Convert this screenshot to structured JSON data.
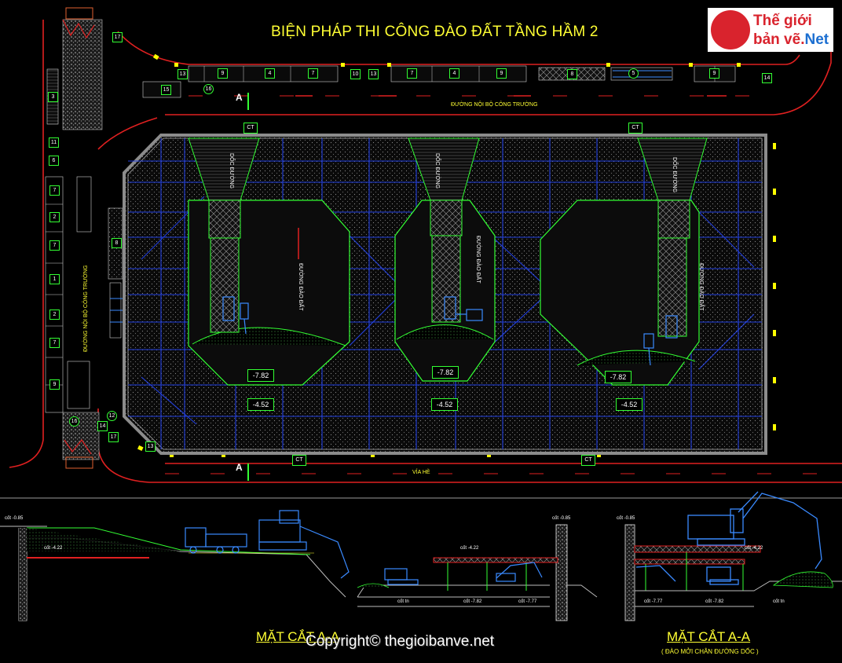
{
  "title": "BIỆN PHÁP THI CÔNG ĐÀO ĐẤT TẦNG HẦM 2",
  "logo": {
    "line1": "Thế giới",
    "line2_a": "bản vẽ.",
    "line2_b": "Net"
  },
  "road_internal": "ĐƯỜNG NỘI BỘ CÔNG TRƯỜNG",
  "road_internal_left": "ĐƯỜNG NỘI BỘ CÔNG TRƯỜNG",
  "sidewalk": "VỈA HÈ",
  "section_marker": "A",
  "ct_label": "CT",
  "haul_road": "ĐƯỜNG ĐÀO ĐẤT",
  "ramp_label": "DỐC ĐƯỜNG",
  "elevations": {
    "pit": "-7.82",
    "level": "-4.52"
  },
  "section_left": {
    "title": "MẶT CẮT A-A",
    "cote_top": "cốt -0.85",
    "cote_mid": "cốt -4.22"
  },
  "section_mid": {
    "cote_top": "cốt -0.85",
    "cote_mid": "cốt -4.22",
    "cote_low1": "cốt -7.82",
    "cote_low2": "cốt -7.77",
    "cote_bottom": "cốt tn"
  },
  "section_right": {
    "title": "MẶT CẮT A-A",
    "subtitle": "( ĐÀO MỞI CHÂN ĐƯỜNG DỐC )",
    "cote_top": "cốt -0.85",
    "cote_mid": "cốt -4.22",
    "cote_low1": "cốt -7.77",
    "cote_low2": "cốt -7.82",
    "cote_bottom": "cốt tn"
  },
  "top_numbers": [
    "9",
    "4",
    "7",
    "10",
    "13",
    "7",
    "4",
    "9",
    "8",
    "5",
    "9",
    "14",
    "17",
    "13"
  ],
  "left_numbers": [
    "7",
    "2",
    "7",
    "1",
    "2",
    "7",
    "9",
    "8",
    "11",
    "6",
    "3",
    "16",
    "15",
    "12",
    "13",
    "14",
    "16",
    "17"
  ],
  "copyright": "Copyright© thegioibanve.net",
  "colors": {
    "background": "#000000",
    "annotation": "#ffff33",
    "outline": "#33ff33",
    "grid": "#1f3fd0",
    "road": "#e02020"
  }
}
